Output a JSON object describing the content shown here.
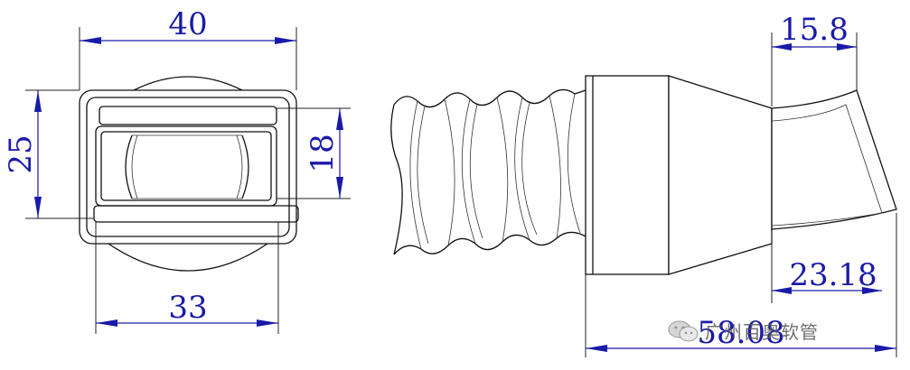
{
  "dimensions": {
    "front_width_top": "40",
    "front_height": "25",
    "front_inner_height": "18",
    "front_width_bottom": "33",
    "tip_width": "15.8",
    "tip_bottom_width": "23.18",
    "overall_length": "58.08"
  },
  "watermark": {
    "icon": "wechat-icon",
    "text": "广州百奥软管"
  },
  "colors": {
    "dimension": "#1a1aa8",
    "outline": "#111111"
  }
}
